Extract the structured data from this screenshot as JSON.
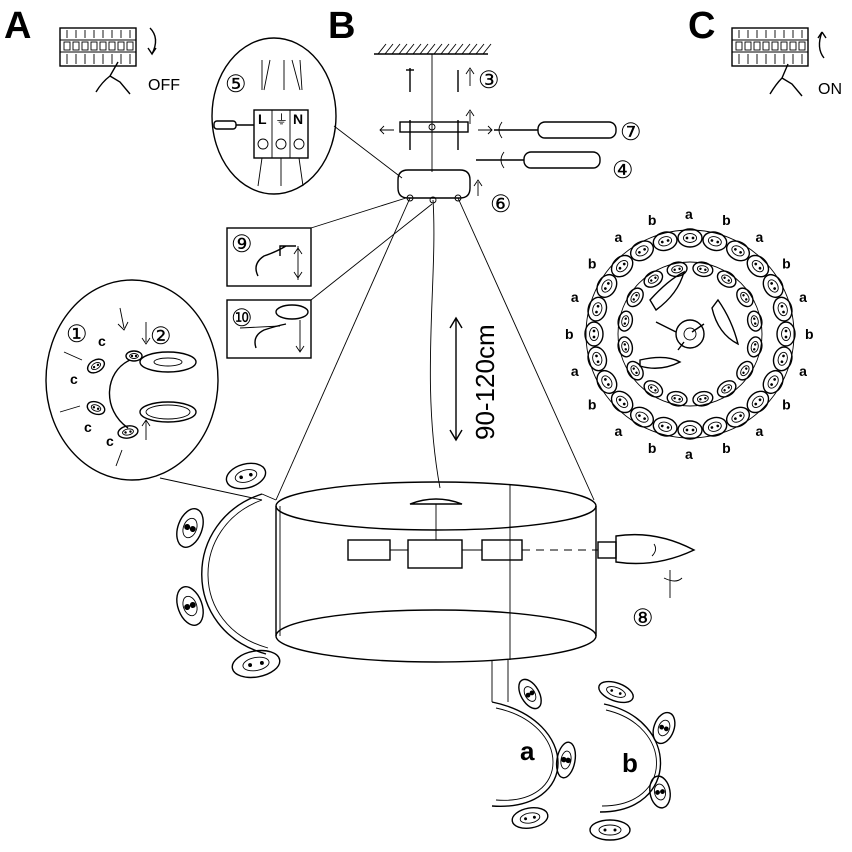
{
  "steps": {
    "A": {
      "letter": "A",
      "switch_label": "OFF"
    },
    "B": {
      "letter": "B"
    },
    "C": {
      "letter": "C",
      "switch_label": "ON"
    }
  },
  "terminal": {
    "L": "L",
    "earth": "⏚",
    "N": "N"
  },
  "step_numbers": {
    "n1": "①",
    "n2": "②",
    "n3": "③",
    "n4": "④",
    "n5": "⑤",
    "n6": "⑥",
    "n7": "⑦",
    "n8": "⑧",
    "n9": "⑨",
    "n10": "⑩"
  },
  "height_range": "90-120cm",
  "clip_label": "c",
  "arm_labels": {
    "a": "a",
    "b": "b"
  },
  "ball_labels": [
    "a",
    "b",
    "a",
    "b",
    "a",
    "b",
    "a",
    "b",
    "a",
    "b",
    "a",
    "b",
    "a",
    "b",
    "a",
    "b",
    "a",
    "b",
    "a",
    "b"
  ]
}
